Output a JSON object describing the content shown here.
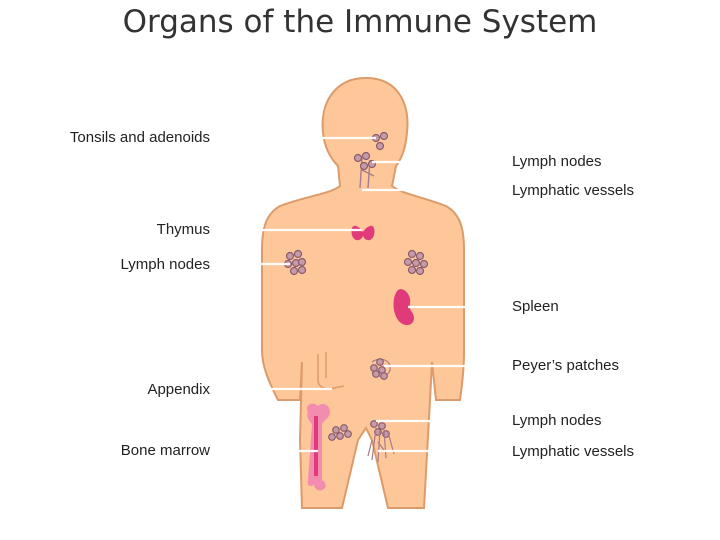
{
  "title": "Organs of the Immune System",
  "labels": {
    "tonsils": "Tonsils and adenoids",
    "lymph_nodes_neck": "Lymph nodes",
    "lymphatic_vessels_neck": "Lymphatic vessels",
    "thymus": "Thymus",
    "lymph_nodes_armpit": "Lymph nodes",
    "spleen": "Spleen",
    "peyers_patches": "Peyer’s patches",
    "appendix": "Appendix",
    "lymph_nodes_groin": "Lymph nodes",
    "bone_marrow": "Bone marrow",
    "lymphatic_vessels_leg": "Lymphatic vessels"
  },
  "colors": {
    "body_fill": "#FEC79A",
    "outline": "#DC9B6A",
    "node": "#A67B8B",
    "organ": "#E03A7A",
    "bone": "#F38DB0",
    "leader": "#FFFFFF"
  }
}
